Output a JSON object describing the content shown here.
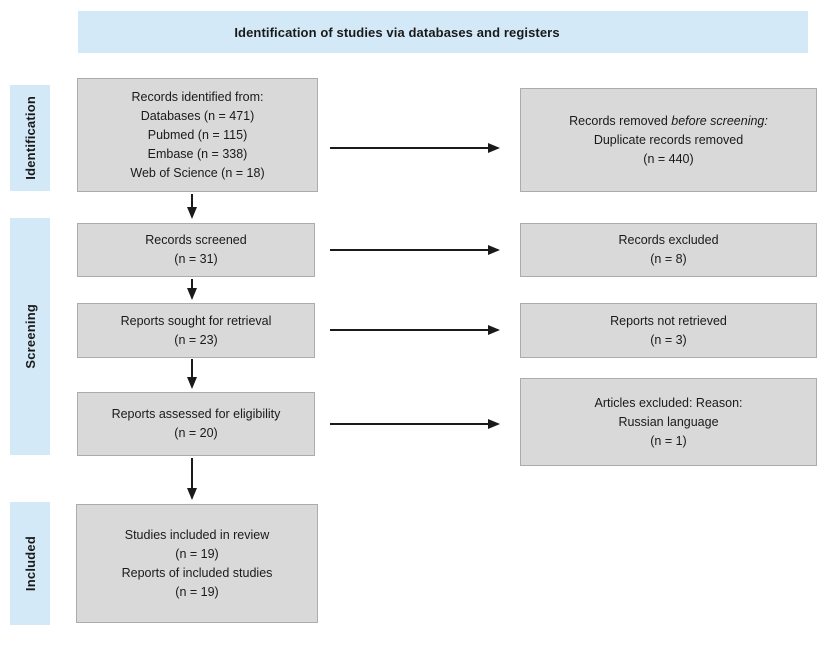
{
  "colors": {
    "stage_bg": "#d3e9f7",
    "box_bg": "#d9d9d9",
    "box_border": "#acacac",
    "arrow": "#1a1a1a",
    "text": "#1a1a1a"
  },
  "header": {
    "title": "Identification of studies via databases and registers"
  },
  "stages": [
    {
      "label": "Identification"
    },
    {
      "label": "Screening"
    },
    {
      "label": "Included"
    }
  ],
  "boxes": {
    "records_identified": {
      "lines": [
        "Records identified from:",
        "Databases (n = 471)",
        "Pubmed (n = 115)",
        "Embase (n = 338)",
        "Web of Science (n = 18)"
      ]
    },
    "records_removed": {
      "line1_prefix": "Records removed ",
      "line1_italic": "before screening:",
      "lines": [
        "Duplicate records removed",
        "(n = 440)"
      ]
    },
    "records_screened": {
      "lines": [
        "Records screened",
        "(n = 31)"
      ]
    },
    "records_excluded": {
      "lines": [
        "Records excluded",
        "(n = 8)"
      ]
    },
    "reports_sought": {
      "lines": [
        "Reports sought for retrieval",
        "(n = 23)"
      ]
    },
    "reports_not_retrieved": {
      "lines": [
        "Reports not retrieved",
        "(n = 3)"
      ]
    },
    "reports_assessed": {
      "lines": [
        "Reports assessed for eligibility",
        "(n = 20)"
      ]
    },
    "articles_excluded": {
      "lines": [
        "Articles excluded: Reason:",
        "Russian language",
        "(n = 1)"
      ]
    },
    "studies_included": {
      "lines": [
        "Studies included in review",
        "(n = 19)",
        "Reports of included studies",
        "(n = 19)"
      ]
    }
  }
}
